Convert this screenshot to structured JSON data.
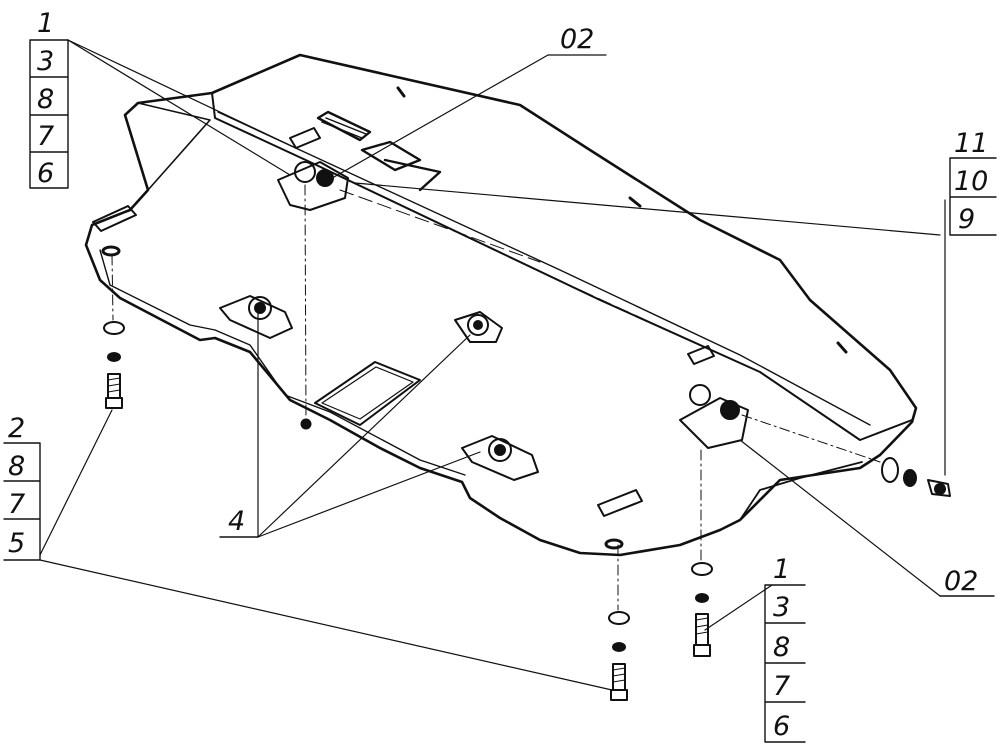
{
  "callouts": {
    "top_left": [
      "1",
      "3",
      "8",
      "7",
      "6"
    ],
    "top_center": "02",
    "right": [
      "11",
      "10",
      "9"
    ],
    "bottom_left": [
      "2",
      "8",
      "7",
      "5"
    ],
    "middle": "4",
    "bottom_right_code": "02",
    "bottom_right": [
      "1",
      "3",
      "8",
      "7",
      "6"
    ]
  },
  "colors": {
    "ink": "#111111",
    "background": "#ffffff"
  },
  "icons": [
    "bolt-icon",
    "washer-icon",
    "nut-icon",
    "bracket-icon",
    "logo-mark-icon"
  ]
}
